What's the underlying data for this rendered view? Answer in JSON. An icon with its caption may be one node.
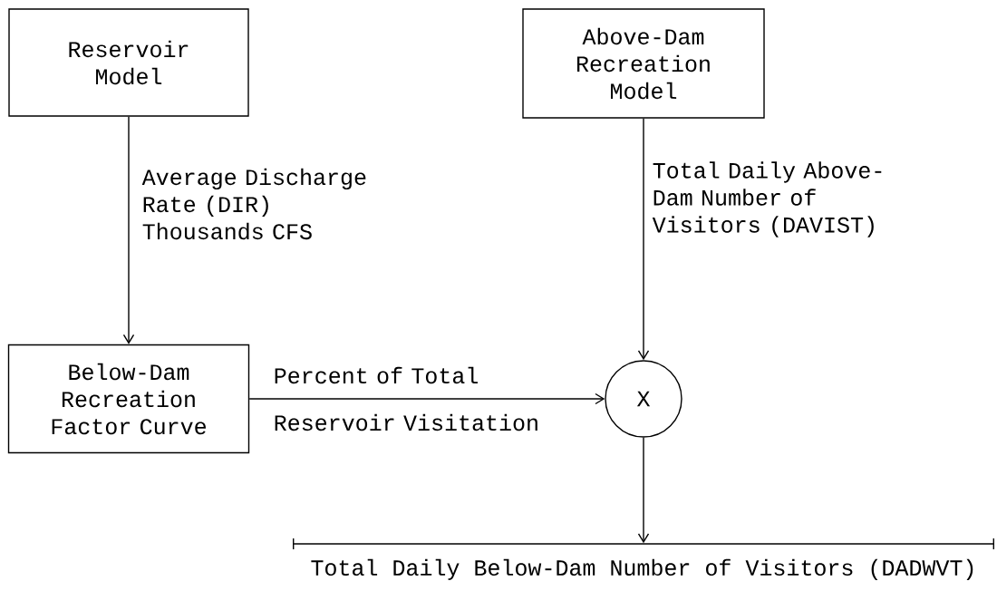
{
  "diagram": {
    "nodes": [
      {
        "text": [
          "Reservoir Model"
        ]
      },
      {
        "text": [
          "Above-Dam Recreation Model"
        ]
      },
      {
        "text": [
          "Below-Dam Recreation Factor Curve"
        ]
      },
      {
        "text": [
          "X"
        ]
      },
      {
        "text": [
          "Total Daily Below-Dam Number of Visitors (DADWVT)"
        ]
      }
    ],
    "edges": [
      {
        "from": 0,
        "to": 2,
        "arrow": "to",
        "label": "Average Discharge Rate (DIR) Thousands CFS"
      },
      {
        "from": 1,
        "to": 3,
        "arrow": "to",
        "label": "Total Daily Above-Dam Number of Visitors (DAVIST)"
      },
      {
        "from": 2,
        "to": 3,
        "arrow": "to",
        "label": "Percent of Total Reservoir Visitation"
      },
      {
        "from": 3,
        "to": 4,
        "arrow": "to"
      }
    ]
  }
}
